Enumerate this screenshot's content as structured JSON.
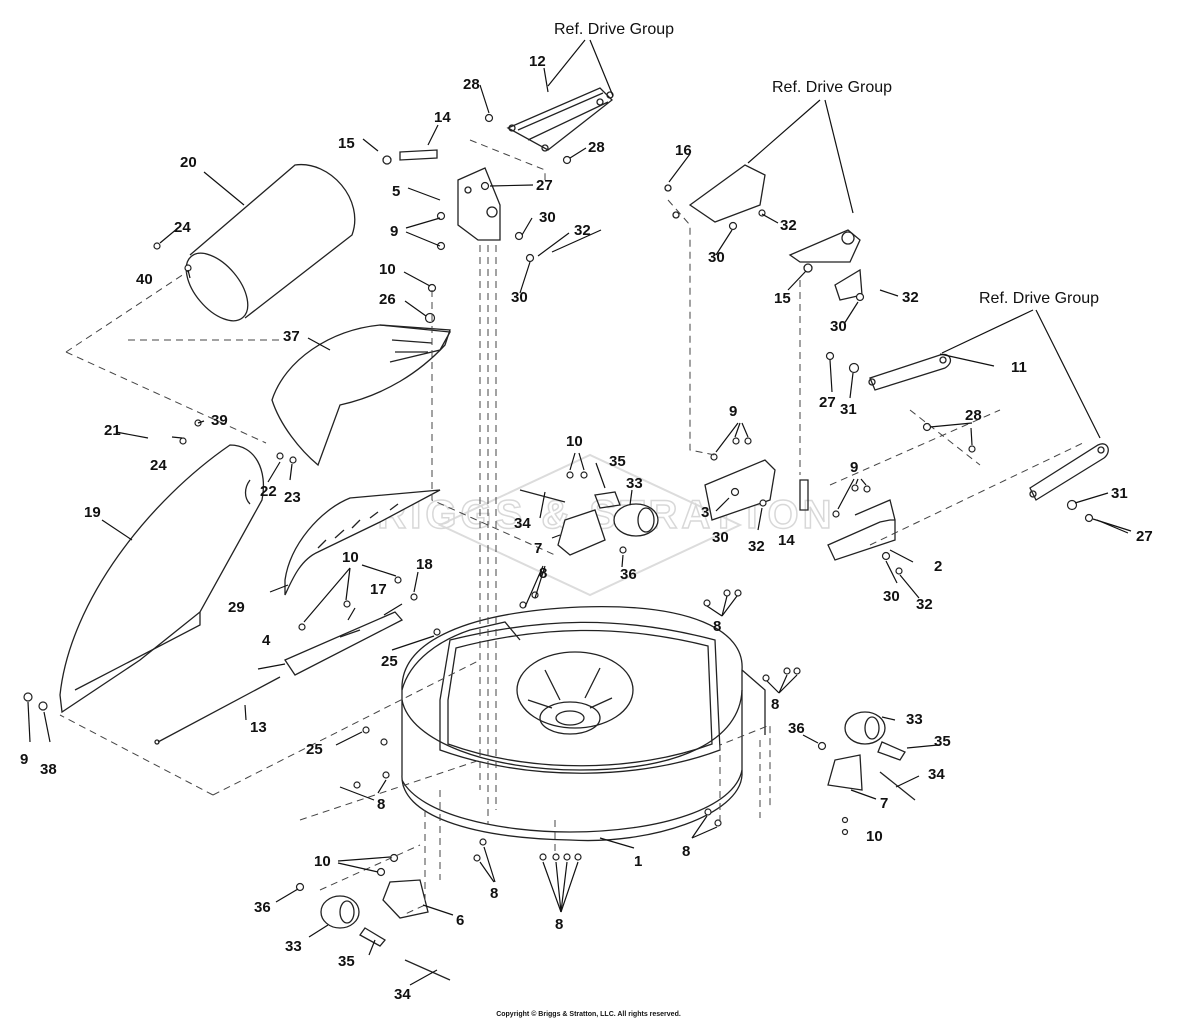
{
  "refs": {
    "r1": "Ref. Drive Group",
    "r2": "Ref. Drive Group",
    "r3": "Ref. Drive Group"
  },
  "watermark": "BRIGGS & STRATTON",
  "copyright": "Copyright © Briggs & Stratton, LLC. All rights reserved.",
  "labels": {
    "l1": "1",
    "l2": "2",
    "l3": "3",
    "l4": "4",
    "l5": "5",
    "l6": "6",
    "l7a": "7",
    "l7b": "7",
    "l8a": "8",
    "l8b": "8",
    "l8c": "8",
    "l8d": "8",
    "l8e": "8",
    "l8f": "8",
    "l8g": "8",
    "l9a": "9",
    "l9b": "9",
    "l9c": "9",
    "l9d": "9",
    "l10a": "10",
    "l10b": "10",
    "l10c": "10",
    "l10d": "10",
    "l10e": "10",
    "l11": "11",
    "l12": "12",
    "l13": "13",
    "l14a": "14",
    "l14b": "14",
    "l15a": "15",
    "l15b": "15",
    "l16": "16",
    "l17": "17",
    "l18": "18",
    "l19": "19",
    "l20": "20",
    "l21": "21",
    "l22": "22",
    "l23": "23",
    "l24a": "24",
    "l24b": "24",
    "l25a": "25",
    "l25b": "25",
    "l26": "26",
    "l27a": "27",
    "l27b": "27",
    "l27c": "27",
    "l28a": "28",
    "l28b": "28",
    "l28c": "28",
    "l29": "29",
    "l30a": "30",
    "l30b": "30",
    "l30c": "30",
    "l30d": "30",
    "l30e": "30",
    "l31a": "31",
    "l31b": "31",
    "l32a": "32",
    "l32b": "32",
    "l32c": "32",
    "l32d": "32",
    "l32e": "32",
    "l33a": "33",
    "l33b": "33",
    "l33c": "33",
    "l34a": "34",
    "l34b": "34",
    "l34c": "34",
    "l35a": "35",
    "l35b": "35",
    "l35c": "35",
    "l36a": "36",
    "l36b": "36",
    "l36c": "36",
    "l37": "37",
    "l38": "38",
    "l39": "39",
    "l40": "40"
  }
}
